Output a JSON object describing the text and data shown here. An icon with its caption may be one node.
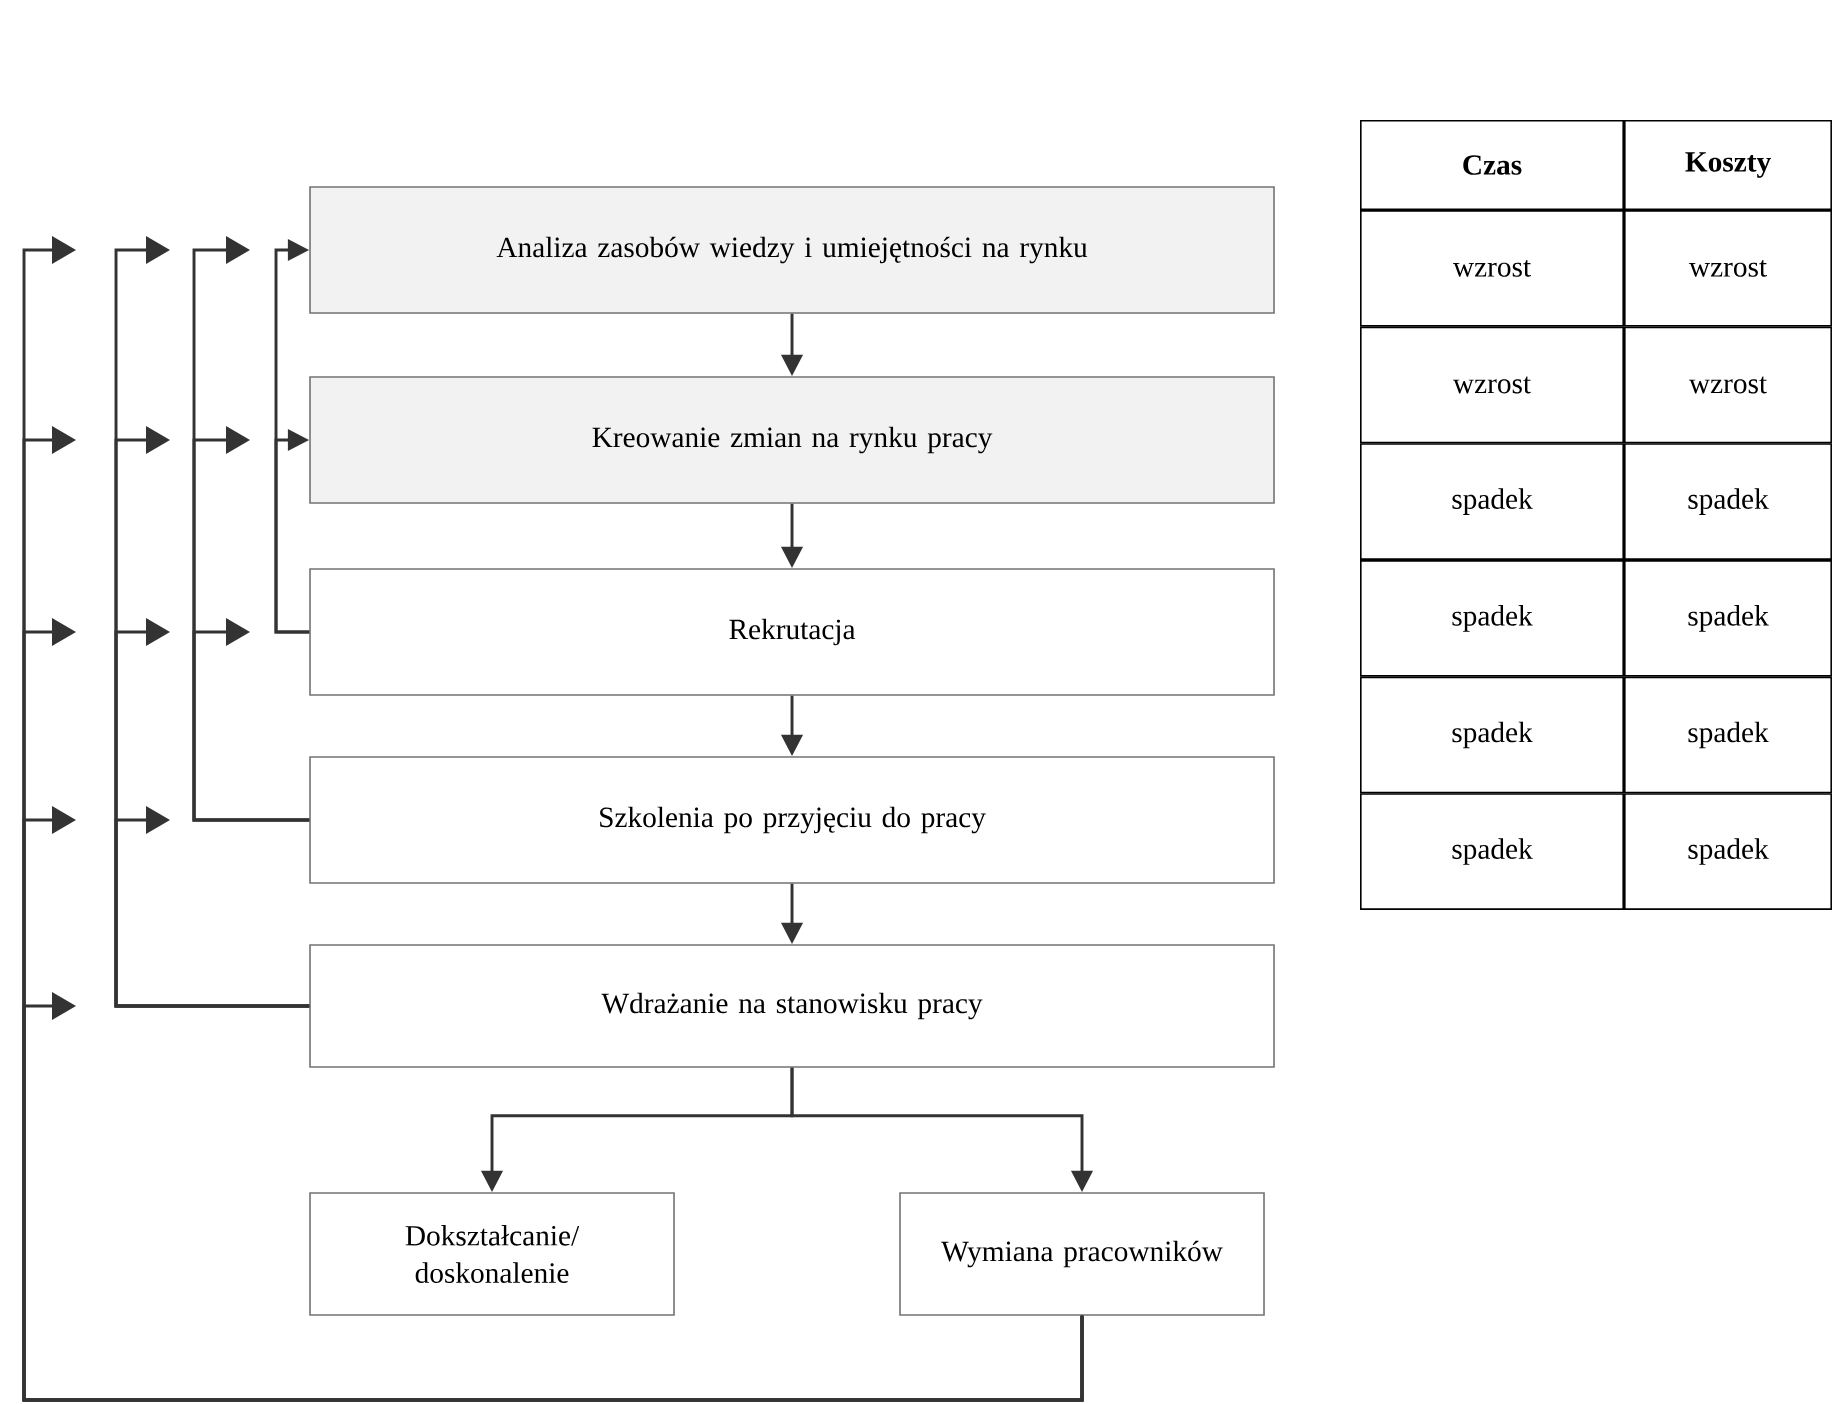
{
  "diagram": {
    "nodes": [
      {
        "text": [
          "Analiza zasobów wiedzy i umiejętności na rynku"
        ]
      },
      {
        "text": [
          "Kreowanie zmian na rynku pracy"
        ]
      },
      {
        "text": [
          "Rekrutacja"
        ]
      },
      {
        "text": [
          "Szkolenia po przyjęciu do pracy"
        ]
      },
      {
        "text": [
          "Wdrażanie na stanowisku pracy"
        ]
      },
      {
        "text": [
          "Dokształcanie/ doskonalenie"
        ]
      },
      {
        "text": [
          "Wymiana pracowników"
        ]
      }
    ],
    "edges": [
      {
        "from": 0,
        "to": 1,
        "arrow": "to"
      },
      {
        "from": 1,
        "to": 2,
        "arrow": "to"
      },
      {
        "from": 2,
        "to": 3,
        "arrow": "to"
      },
      {
        "from": 3,
        "to": 4,
        "arrow": "to"
      },
      {
        "from": 4,
        "to": 5,
        "arrow": "to"
      },
      {
        "from": 4,
        "to": 6,
        "arrow": "to"
      },
      {
        "from": 2,
        "to": 0,
        "arrow": "to"
      },
      {
        "from": 2,
        "to": 1,
        "arrow": "to"
      },
      {
        "from": 3,
        "to": null,
        "arrow": "to"
      },
      {
        "from": 3,
        "to": null,
        "arrow": "to"
      },
      {
        "from": 3,
        "to": null,
        "arrow": "to"
      },
      {
        "from": 4,
        "to": null,
        "arrow": "to"
      },
      {
        "from": 4,
        "to": null,
        "arrow": "to"
      },
      {
        "from": 4,
        "to": null,
        "arrow": "to"
      },
      {
        "from": 4,
        "to": null,
        "arrow": "to"
      },
      {
        "from": 6,
        "to": null,
        "arrow": "to"
      },
      {
        "from": 6,
        "to": null,
        "arrow": "to"
      },
      {
        "from": 6,
        "to": null,
        "arrow": "to"
      },
      {
        "from": 6,
        "to": null,
        "arrow": "to"
      },
      {
        "from": 6,
        "to": null,
        "arrow": "to"
      }
    ],
    "labels": [
      "Czas",
      "Koszty",
      "wzrost",
      "wzrost",
      "wzrost",
      "wzrost",
      "spadek",
      "spadek",
      "spadek",
      "spadek",
      "spadek",
      "spadek",
      "spadek",
      "spadek"
    ]
  }
}
